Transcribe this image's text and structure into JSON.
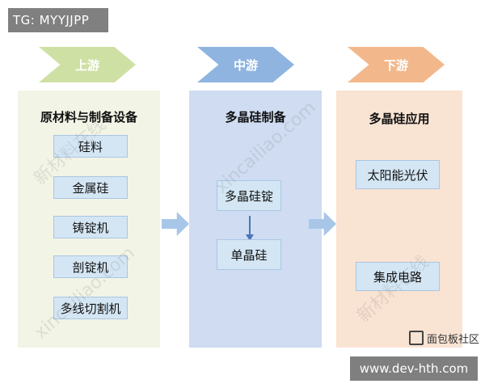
{
  "tag": "TG: MYYJJPP",
  "footer": "www.dev-hth.com",
  "logo_text": "面包板社区",
  "watermarks": [
    "新材料在线",
    "xincailiao.com"
  ],
  "colors": {
    "upstream": "#cfe0a4",
    "midstream": "#8fb4e0",
    "downstream": "#f2b88c",
    "box": "#d4e6f4"
  },
  "stages": {
    "up": {
      "header": "上游",
      "title": "原材料与制备设备",
      "items": [
        "硅料",
        "金属硅",
        "铸锭机",
        "剖锭机",
        "多线切割机"
      ]
    },
    "mid": {
      "header": "中游",
      "title": "多晶硅制备",
      "items": [
        "多晶硅锭",
        "单晶硅"
      ]
    },
    "down": {
      "header": "下游",
      "title": "多晶硅应用",
      "items": [
        "太阳能光伏",
        "集成电路"
      ]
    }
  }
}
